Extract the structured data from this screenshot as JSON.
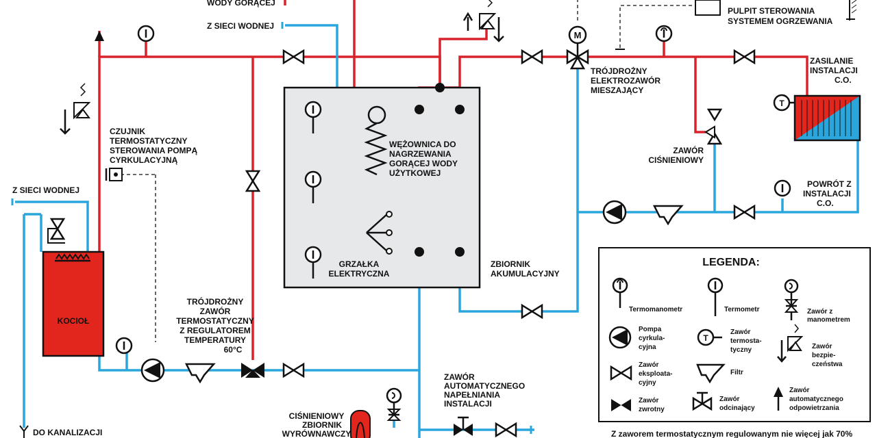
{
  "labels": {
    "hot_water": "WODY GORĄCEJ",
    "mains_top": "Z SIECI WODNEJ",
    "mains_left": "Z SIECI WODNEJ",
    "panel": [
      "PULPIT STEROWANIA",
      "SYSTEMEM OGRZEWANIA"
    ],
    "three_way_mixing": [
      "TRÓJDROŻNY",
      "ELEKTROZAWÓR",
      "MIESZAJĄCY"
    ],
    "supply": [
      "ZASILANIE",
      "INSTALACJI",
      "C.O."
    ],
    "return": [
      "POWRÓT Z",
      "INSTALACJI",
      "C.O."
    ],
    "pressure_valve": [
      "ZAWÓR",
      "CIŚNIENIOWY"
    ],
    "sensor": [
      "CZUJNIK",
      "TERMOSTATYCZNY",
      "STEROWANIA POMPĄ",
      "CYRKULACYJNĄ"
    ],
    "coil": [
      "WĘŻOWNICA DO",
      "NAGRZEWANIA",
      "GORĄCEJ WODY",
      "UŻYTKOWEJ"
    ],
    "heater": [
      "GRZAŁKA",
      "ELEKTRYCZNA"
    ],
    "tank": [
      "ZBIORNIK",
      "AKUMULACYJNY"
    ],
    "boiler": "KOCIOŁ",
    "thermo_valve": [
      "TRÓJDROŻNY",
      "ZAWÓR",
      "TERMOSTATYCZNY",
      "Z REGULATOREM",
      "TEMPERATURY",
      "60°C"
    ],
    "auto_fill": [
      "ZAWÓR",
      "AUTOMATYCZNEGO",
      "NAPEŁNIANIA",
      "INSTALACJI"
    ],
    "expansion": [
      "CIŚNIENIOWY",
      "ZBIORNIK",
      "WYRÓWNAWCZY"
    ],
    "drain": "DO KANALIZACJI",
    "footnote": "Z zaworem termostatycznym regulowanym nie więcej jak 70%"
  },
  "legend": {
    "title": "LEGENDA:",
    "items": {
      "termomanometr": "Termomanometr",
      "termometr": "Termometr",
      "zawor_manometr": [
        "Zawór z",
        "manometrem"
      ],
      "pompa": [
        "Pompa",
        "cyrkula-",
        "cyjna"
      ],
      "zawor_termo": [
        "Zawór",
        "termosta-",
        "tyczny"
      ],
      "zawor_bezp": [
        "Zawór",
        "bezpie-",
        "czeństwa"
      ],
      "zawor_eksp": [
        "Zawór",
        "eksploata-",
        "cyjny"
      ],
      "filtr": "Filtr",
      "zawor_zwrotny": [
        "Zawór",
        "zwrotny"
      ],
      "zawor_odcin": [
        "Zawór",
        "odcinający"
      ],
      "odpow": [
        "Zawór",
        "automatycznego",
        "odpowietrzania"
      ]
    }
  },
  "colors": {
    "hot": "#d8232a",
    "cold": "#2aa6dc",
    "tank": "#e6e8ea",
    "boiler": "#e2261d"
  }
}
